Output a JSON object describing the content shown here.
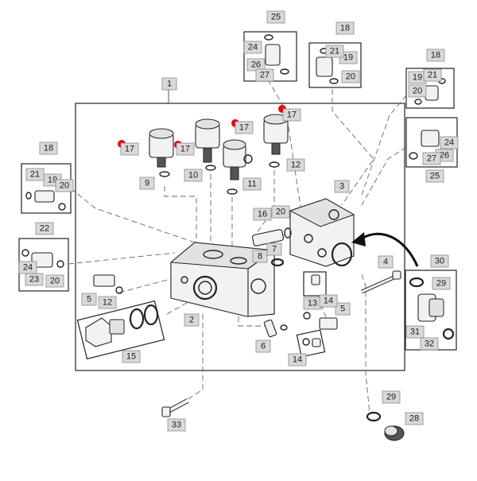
{
  "diagram": {
    "labels": {
      "l1": "1",
      "l2": "2",
      "l3": "3",
      "l4": "4",
      "l5a": "5",
      "l5b": "5",
      "l6": "6",
      "l7": "7",
      "l8": "8",
      "l9": "9",
      "l10": "10",
      "l11": "11",
      "l12a": "12",
      "l12b": "12",
      "l13": "13",
      "l14a": "14",
      "l14b": "14",
      "l15": "15",
      "l16": "16",
      "l17a": "17",
      "l17b": "17",
      "l17c": "17",
      "l17d": "17",
      "l18a": "18",
      "l18b": "18",
      "l18c": "18",
      "l19a": "19",
      "l19b": "19",
      "l19c": "19",
      "l20a": "20",
      "l20b": "20",
      "l20c": "20",
      "l20d": "20",
      "l20e": "20",
      "l21a": "21",
      "l21b": "21",
      "l21c": "21",
      "l22": "22",
      "l23": "23",
      "l24a": "24",
      "l24b": "24",
      "l24c": "24",
      "l25a": "25",
      "l25b": "25",
      "l26a": "26",
      "l26b": "26",
      "l27a": "27",
      "l27b": "27",
      "l28": "28",
      "l29a": "29",
      "l29b": "29",
      "l30": "30",
      "l31": "31",
      "l32": "32",
      "l33": "33"
    },
    "colors": {
      "marker": "#e60012",
      "label_fill": "#d9d9d9",
      "line": "#222222"
    }
  }
}
